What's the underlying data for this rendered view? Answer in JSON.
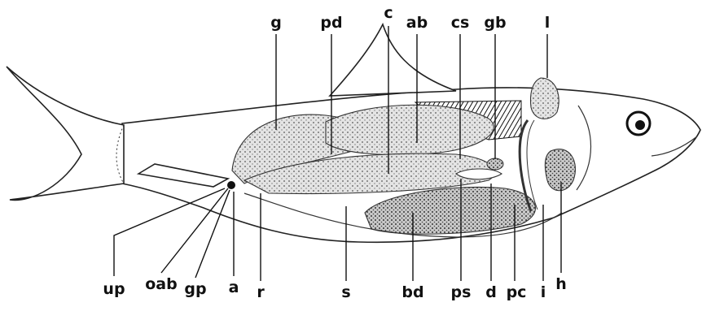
{
  "labels": {
    "g": "g",
    "pd": "pd",
    "c": "c",
    "ab": "ab",
    "cs": "cs",
    "gb": "gb",
    "l": "l",
    "up": "up",
    "oab": "oab",
    "gp": "gp",
    "a": "a",
    "r": "r",
    "s": "s",
    "bd": "bd",
    "ps": "ps",
    "d": "d",
    "pc": "pc",
    "i": "i",
    "h": "h"
  }
}
